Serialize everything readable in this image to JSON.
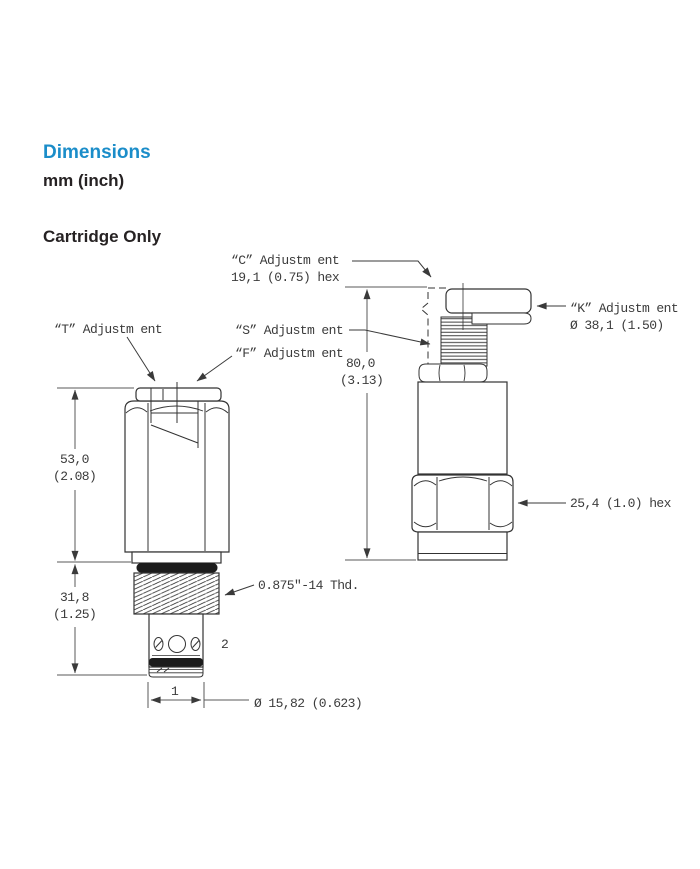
{
  "header": {
    "title": "Dimensions",
    "subtitle": "mm (inch)",
    "section_title": "Cartridge Only"
  },
  "colors": {
    "accent_blue": "#1b8dc9",
    "drawing_line": "#333333",
    "dimension_line": "#5a5a5a",
    "label_text": "#3b3b3b"
  },
  "drawing": {
    "callouts": {
      "c_adjustment": "“C” Adjustm ent",
      "c_hex": "19,1 (0.75) hex",
      "t_adjustment": "“T” Adjustm ent",
      "s_adjustment": "“S” Adjustm ent",
      "f_adjustment": "“F” Adjustm ent",
      "k_adjustment": "“K” Adjustm ent",
      "k_diameter": "Ø 38,1 (1.50)",
      "hex_flats": "25,4 (1.0) hex",
      "thread": "0.875\"-14 Thd.",
      "bottom_diameter": "Ø 15,82 (0.623)"
    },
    "dimensions": {
      "height_53_mm": "53,0",
      "height_53_in": "(2.08)",
      "height_31_mm": "31,8",
      "height_31_in": "(1.25)",
      "height_80_mm": "80,0",
      "height_80_in": "(3.13)",
      "port_2": "2",
      "port_1": "1"
    }
  }
}
